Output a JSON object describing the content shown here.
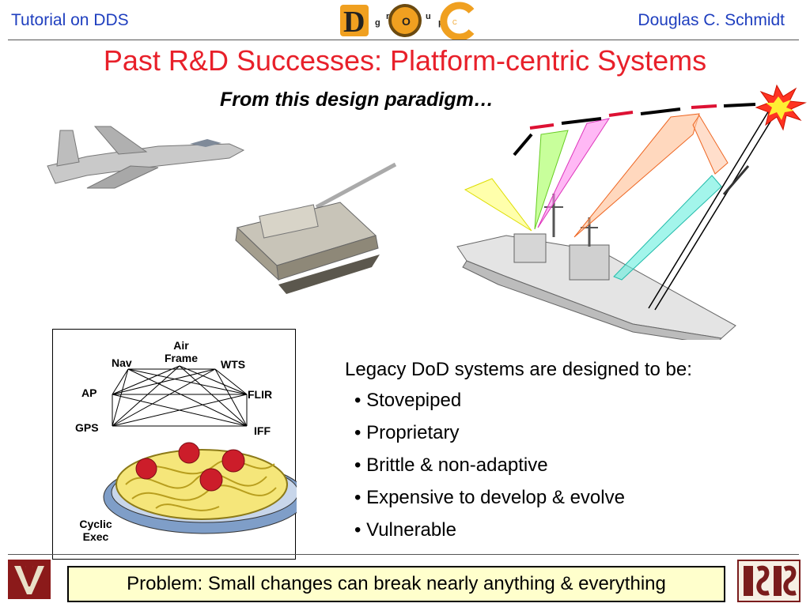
{
  "header": {
    "left": "Tutorial on DDS",
    "right": "Douglas C. Schmidt",
    "logo_letters": [
      "D",
      "g",
      "r",
      "O",
      "u",
      "p",
      "C"
    ]
  },
  "title": "Past R&D Successes: Platform-centric Systems",
  "subtitle": "From this design paradigm…",
  "diagram": {
    "nodes": {
      "air_frame_line1": "Air",
      "air_frame_line2": "Frame",
      "nav": "Nav",
      "wts": "WTS",
      "ap": "AP",
      "flir": "FLIR",
      "gps": "GPS",
      "iff": "IFF",
      "cyclic_line1": "Cyclic",
      "cyclic_line2": "Exec"
    }
  },
  "bullets": {
    "intro": "Legacy DoD systems are designed to be:",
    "items": [
      "• Stovepiped",
      "• Proprietary",
      "• Brittle & non-adaptive",
      "• Expensive to develop & evolve",
      "• Vulnerable"
    ]
  },
  "problem": "Problem: Small changes can break nearly anything & everything",
  "colors": {
    "header_text": "#1f3fbf",
    "title": "#e8202a",
    "problem_bg": "#ffffcc",
    "vu_logo": "#8b1a1a",
    "isis_logo": "#7a1c1c"
  },
  "icons": [
    "fighter-jet-icon",
    "tank-icon",
    "warship-icon",
    "explosion-icon",
    "spaghetti-plate-icon",
    "vu-logo",
    "isis-logo",
    "doc-group-logo"
  ]
}
